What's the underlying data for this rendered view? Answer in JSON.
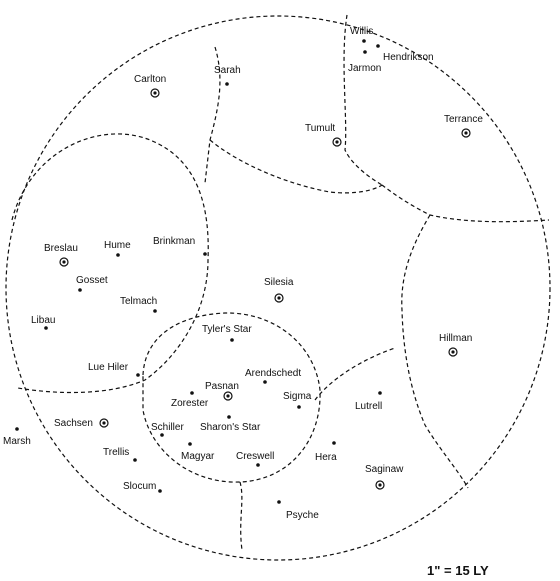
{
  "scale_label": "1\" = 15 LY",
  "colors": {
    "ink": "#111111",
    "background": "#ffffff"
  },
  "systems": [
    {
      "name": "Willis",
      "kind": "star"
    },
    {
      "name": "Hendrikson",
      "kind": "star"
    },
    {
      "name": "Jarmon",
      "kind": "star"
    },
    {
      "name": "Carlton",
      "kind": "capital"
    },
    {
      "name": "Sarah",
      "kind": "star"
    },
    {
      "name": "Tumult",
      "kind": "capital"
    },
    {
      "name": "Terrance",
      "kind": "capital"
    },
    {
      "name": "Breslau",
      "kind": "capital"
    },
    {
      "name": "Hume",
      "kind": "star"
    },
    {
      "name": "Brinkman",
      "kind": "star"
    },
    {
      "name": "Gosset",
      "kind": "star"
    },
    {
      "name": "Telmach",
      "kind": "star"
    },
    {
      "name": "Libau",
      "kind": "star"
    },
    {
      "name": "Silesia",
      "kind": "capital"
    },
    {
      "name": "Hillman",
      "kind": "capital"
    },
    {
      "name": "Tyler's Star",
      "kind": "star"
    },
    {
      "name": "Arendschedt",
      "kind": "star"
    },
    {
      "name": "Pasnan",
      "kind": "capital"
    },
    {
      "name": "Lue Hiler",
      "kind": "star"
    },
    {
      "name": "Zorester",
      "kind": "star"
    },
    {
      "name": "Sigma",
      "kind": "star"
    },
    {
      "name": "Lutrell",
      "kind": "star"
    },
    {
      "name": "Sachsen",
      "kind": "capital"
    },
    {
      "name": "Schiller",
      "kind": "star"
    },
    {
      "name": "Sharon's Star",
      "kind": "star"
    },
    {
      "name": "Marsh",
      "kind": "star"
    },
    {
      "name": "Trellis",
      "kind": "star"
    },
    {
      "name": "Magyar",
      "kind": "star"
    },
    {
      "name": "Creswell",
      "kind": "star"
    },
    {
      "name": "Hera",
      "kind": "star"
    },
    {
      "name": "Saginaw",
      "kind": "capital"
    },
    {
      "name": "Slocum",
      "kind": "star"
    },
    {
      "name": "Psyche",
      "kind": "star"
    }
  ]
}
